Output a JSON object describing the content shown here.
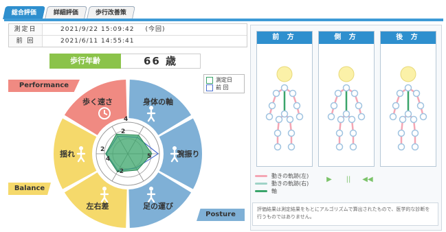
{
  "tabs": [
    {
      "label": "総合評価",
      "active": true
    },
    {
      "label": "詳細評価",
      "active": false
    },
    {
      "label": "歩行改善策",
      "active": false
    }
  ],
  "dates": {
    "measure_label": "測定日",
    "measure_value": "2021/9/22 15:09:42",
    "measure_tag": "(今回)",
    "prev_label": "前 回",
    "prev_value": "2021/6/11 14:55:41"
  },
  "age": {
    "label": "歩行年齢",
    "value": "66 歳"
  },
  "legend": {
    "current": "測定日",
    "previous": "前 回"
  },
  "categories": {
    "performance": "Performance",
    "balance": "Balance",
    "posture": "Posture"
  },
  "segments": {
    "speed": "歩く速さ",
    "trunk": "身体の軸",
    "arm": "腕振り",
    "foot": "足の運び",
    "lr": "左右差",
    "sway": "揺れ"
  },
  "radar": {
    "ticks": [
      "2",
      "4",
      "-2",
      "4",
      "5",
      "2"
    ],
    "current": [
      3.6,
      3.4,
      3.8,
      3.0,
      3.3,
      3.5
    ],
    "previous": [
      3.2,
      3.0,
      4.8,
      2.6,
      3.1,
      3.4
    ],
    "max": 5
  },
  "colors": {
    "performance": "#f08a82",
    "posture": "#7fb0d6",
    "balance": "#f5d96b",
    "current": "#3aa46a",
    "previous": "#4a6fd0"
  },
  "posture_views": {
    "front": "前 方",
    "side": "側 方",
    "back": "後 方"
  },
  "posture_legend": [
    "動きの軌跡(左)",
    "動きの軌跡(右)",
    "軸"
  ],
  "controls": [
    "▶",
    "||",
    "◀◀"
  ],
  "note": "評価結果は測定結果をもとにアルゴリズムで算出されたもので、医学的な診断を行うものではありません。"
}
